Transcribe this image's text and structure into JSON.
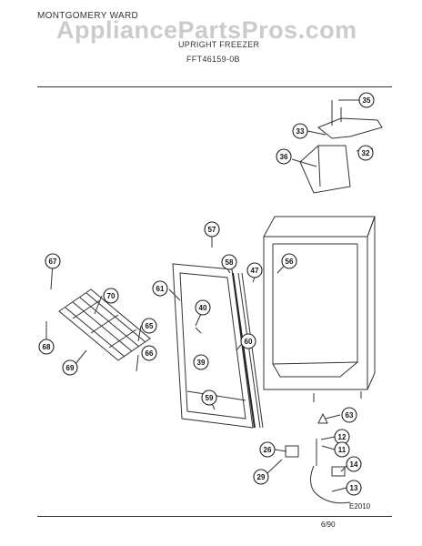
{
  "header": {
    "brand": "MONTGOMERY WARD",
    "title": "UPRIGHT FREEZER",
    "model": "FFT46159-0B"
  },
  "watermark": "AppliancePartsPros.com",
  "footer": {
    "drawing_code": "E2010",
    "page_date": "6/90"
  },
  "callouts": [
    "35",
    "33",
    "32",
    "36",
    "57",
    "58",
    "47",
    "56",
    "67",
    "70",
    "61",
    "40",
    "65",
    "68",
    "60",
    "69",
    "66",
    "39",
    "59",
    "63",
    "12",
    "26",
    "11",
    "29",
    "14",
    "13"
  ]
}
